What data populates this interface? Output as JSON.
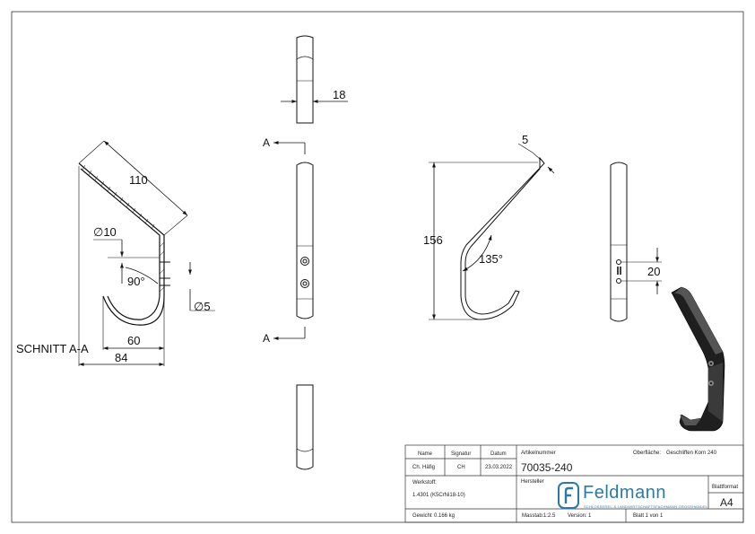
{
  "drawing": {
    "section_label": "SCHNITT A-A",
    "section_marker": "A",
    "dimensions": {
      "d110": "110",
      "d10": "∅10",
      "d90": "90°",
      "d5_hole": "∅5",
      "d60": "60",
      "d84": "84",
      "d18": "18",
      "d5_top": "5",
      "d156": "156",
      "d135": "135°",
      "d20": "20"
    }
  },
  "title_block": {
    "hdr_name": "Name",
    "hdr_signature": "Signatur",
    "hdr_date": "Datum",
    "name_value": "Ch. Häfig",
    "signature_value": "CH",
    "date_value": "23.03.2022",
    "article_label": "Artikelnummer",
    "article_value": "70035-240",
    "surface_label": "Oberfläche:",
    "surface_value": "Geschliffen Korn 240",
    "material_label": "Werkstoff:",
    "material_value": "1.4301 (K5CrNi18-10)",
    "manufacturer_label": "Hersteller",
    "format_label": "Blattformat",
    "format_value": "A4",
    "weight_label": "Gewicht",
    "weight_value": "0.166 kg",
    "scale_label": "Masstab:",
    "scale_value": "1:2.5",
    "version_label": "Version:",
    "version_value": "1",
    "sheet_label": "Blatt 1 von 1",
    "logo_text": "Feldmann",
    "logo_tagline": "SCHLOSSEREI- & LANDWIRTSCHAFTSFACHMANN GROSSHANDEL",
    "brand_color": "#2b7aa6"
  }
}
